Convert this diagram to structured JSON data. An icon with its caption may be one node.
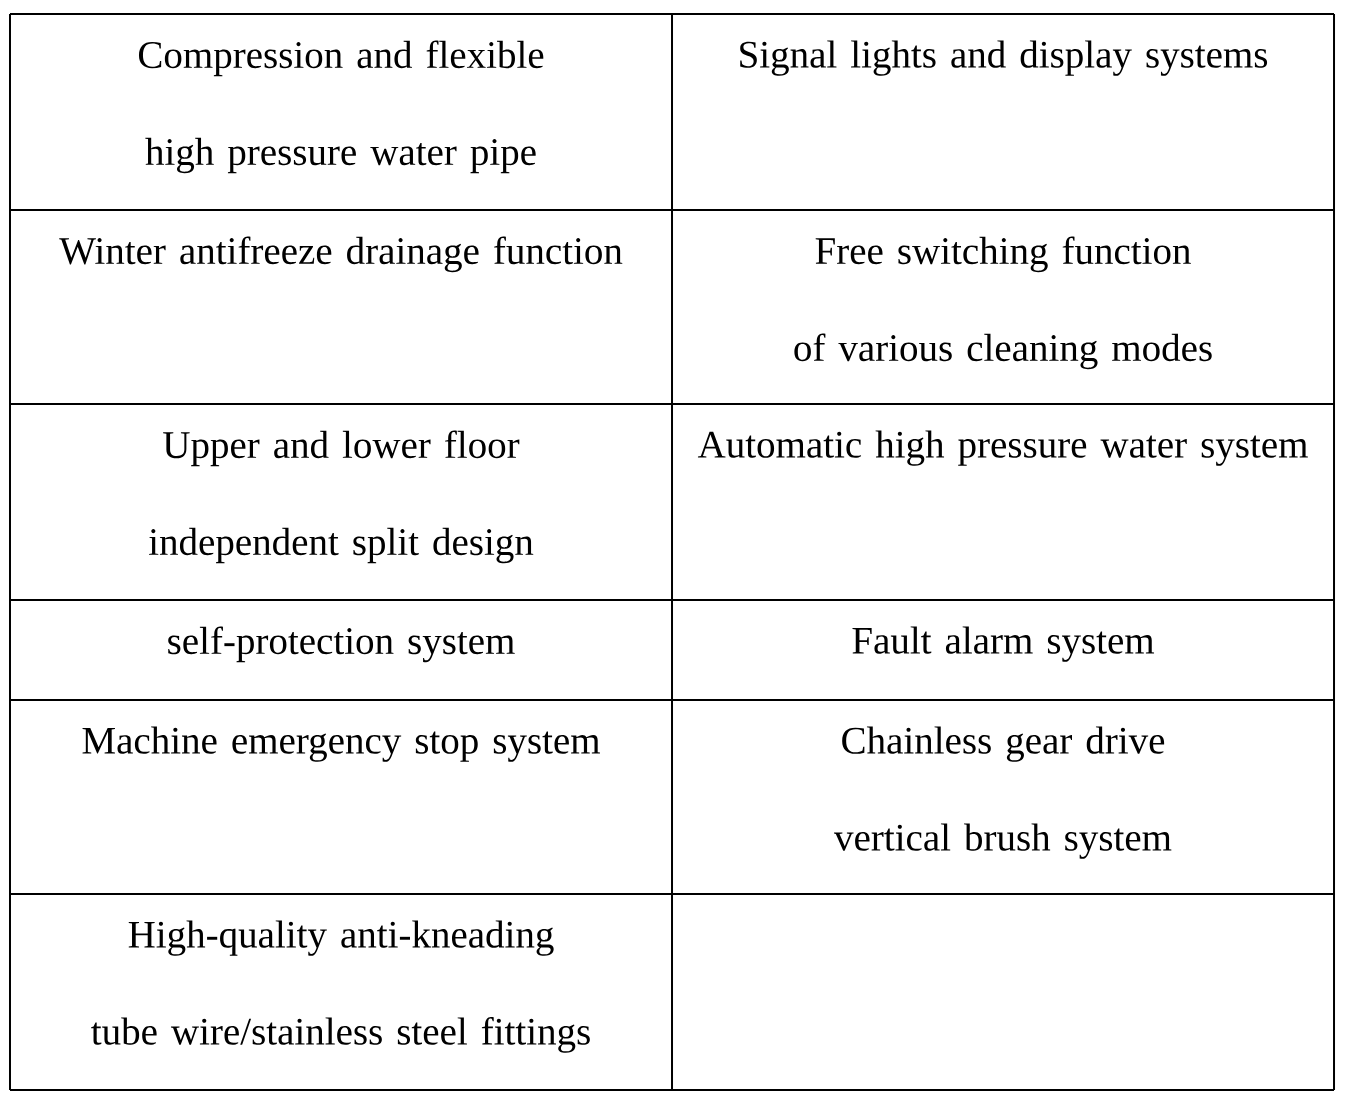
{
  "diagram": {
    "labels": [
      "Compression and flexible high pressure water pipe",
      "Signal lights and display systems",
      "Winter antifreeze drainage function",
      "Free switching function of various cleaning modes",
      "Upper and lower floor independent split design",
      "Automatic high pressure water system",
      "self-protection system",
      "Fault alarm system",
      "Machine emergency stop system",
      "Chainless gear drive vertical brush system",
      "High-quality anti-kneading tube wire/stainless steel fittings"
    ]
  }
}
